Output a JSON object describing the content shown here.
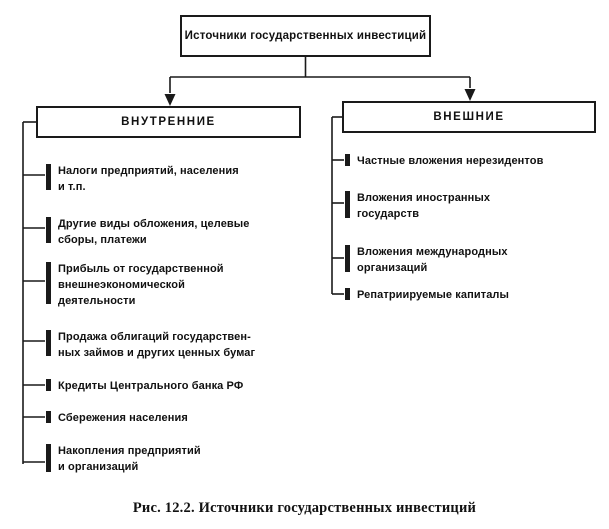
{
  "figure": {
    "caption": "Рис. 12.2. Источники государственных инвестиций",
    "ink_color": "#1a1a1a",
    "background_color": "#ffffff"
  },
  "root": {
    "label": "Источники\nгосударственных инвестиций"
  },
  "branches": [
    {
      "id": "internal",
      "label": "ВНУТРЕННИЕ",
      "items": [
        {
          "text": "Налоги предприятий, населения\nи т.п."
        },
        {
          "text": "Другие виды обложения, целевые\nсборы, платежи"
        },
        {
          "text": "Прибыль от государственной\nвнешнеэкономической\nдеятельности"
        },
        {
          "text": "Продажа облигаций государствен-\nных займов и других ценных бумаг"
        },
        {
          "text": "Кредиты Центрального банка РФ"
        },
        {
          "text": "Сбережения населения"
        },
        {
          "text": "Накопления предприятий\nи организаций"
        }
      ]
    },
    {
      "id": "external",
      "label": "ВНЕШНИЕ",
      "items": [
        {
          "text": "Частные вложения нерезидентов"
        },
        {
          "text": "Вложения иностранных\nгосударств"
        },
        {
          "text": "Вложения международных\nорганизаций"
        },
        {
          "text": "Репатриируемые капиталы"
        }
      ]
    }
  ]
}
